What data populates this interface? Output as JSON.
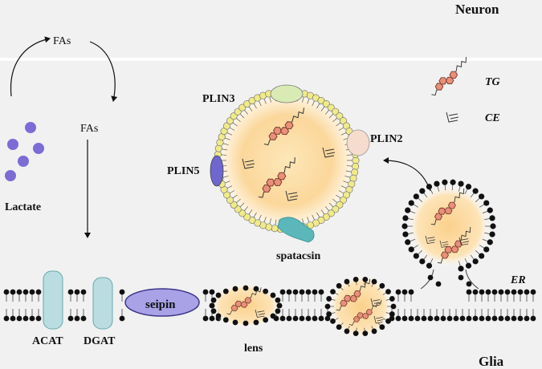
{
  "regions": {
    "top": "Neuron",
    "bottom": "Glia"
  },
  "labels": {
    "fas_top": "FAs",
    "fas_mid": "FAs",
    "lactate": "Lactate",
    "plin3": "PLIN3",
    "plin2": "PLIN2",
    "plin5": "PLIN5",
    "spatacsin": "spatacsin",
    "seipin": "seipin",
    "acat": "ACAT",
    "dgat": "DGAT",
    "lens": "lens",
    "er": "ER"
  },
  "legend": {
    "tg": "TG",
    "ce": "CE"
  },
  "colors": {
    "neuron_bg": "#f1f1f1",
    "lactate": "#7b6cd6",
    "droplet_core": "#fbd79b",
    "plin3": "#d9ebb5",
    "plin2": "#f6dccd",
    "plin5": "#6f67cf",
    "spatacsin": "#5bb7b9",
    "seipin": "#a9a2e6",
    "transporter": "#b9dde0",
    "lipid_head": "#f0ea8a",
    "tg_ring": "#e8907a"
  }
}
